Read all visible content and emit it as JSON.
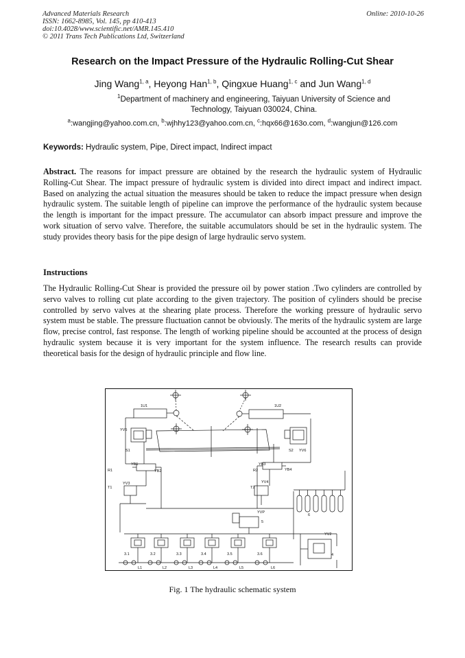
{
  "header": {
    "journal": "Advanced Materials Research",
    "issn": "ISSN: 1662-8985, Vol. 145, pp 410-413",
    "doi": "doi:10.4028/www.scientific.net/AMR.145.410",
    "copyright": "© 2011 Trans Tech Publications Ltd, Switzerland",
    "online": "Online: 2010-10-26"
  },
  "title": "Research on the Impact Pressure of the Hydraulic Rolling-Cut Shear",
  "authors": [
    {
      "name": "Jing Wang",
      "sup": "1, a"
    },
    {
      "name": "Heyong Han",
      "sup": "1, b"
    },
    {
      "name": "Qingxue Huang",
      "sup": "1, c"
    },
    {
      "name": "Jun Wang",
      "sup": "1, d"
    }
  ],
  "affiliation": {
    "sup": "1",
    "line1": "Department of machinery and engineering, Taiyuan University of Science and",
    "line2": "Technology, Taiyuan 030024, China."
  },
  "emails": [
    {
      "sup": "a",
      "addr": "wangjing@yahoo.com.cn, "
    },
    {
      "sup": "b",
      "addr": "wjhhy123@yahoo.com.cn, "
    },
    {
      "sup": "c",
      "addr": "hqx66@163o.com, "
    },
    {
      "sup": "d",
      "addr": "wangjun@126.com"
    }
  ],
  "keywords": {
    "label": "Keywords:",
    "text": " Hydraulic system, Pipe, Direct impact, Indirect impact"
  },
  "abstract": {
    "label": "Abstract.",
    "text": " The reasons for impact pressure are obtained by the research the hydraulic system of Hydraulic Rolling-Cut Shear. The impact pressure of hydraulic system is divided into direct impact and indirect impact. Based on analyzing the actual situation the measures should be taken to reduce the impact pressure when design hydraulic system. The suitable length of pipeline can improve the performance of the hydraulic system because the length is important for the impact pressure. The accumulator can absorb impact pressure and improve the work situation of servo valve. Therefore, the suitable accumulators should be set in the hydraulic system. The study provides theory basis for the pipe design of large hydraulic servo system."
  },
  "instructions": {
    "heading": "Instructions",
    "text": "The Hydraulic Rolling-Cut Shear is provided the pressure oil by power station .Two cylinders are controlled by servo valves to rolling cut plate according to the given trajectory. The position of cylinders should be precise controlled by servo valves at the shearing plate process. Therefore the working pressure of hydraulic servo system must be stable. The pressure fluctuation cannot be obviously. The merits of the hydraulic system are large flow, precise control, fast response. The length of working pipeline should be accounted at the process of design hydraulic system because it is very important for the system influence. The research results can provide theoretical basis for the design of hydraulic principle and flow line."
  },
  "figure": {
    "caption": "Fig. 1  The hydraulic schematic system",
    "labels": {
      "cyl1": "1U1",
      "cyl2": "1U2",
      "yv5": "YV5",
      "yv6": "YV6",
      "s1": "S1",
      "s2": "S2",
      "r1": "R1",
      "r2": "R2",
      "yb1": "YB1",
      "yb2": "YB2",
      "yb3": "YB3",
      "yb4": "YB4",
      "t1": "T1",
      "t2": "T2",
      "yv3": "YV3",
      "yv4": "YV4",
      "yvp": "YVP",
      "n5": "5",
      "n6": "6",
      "n4": "4",
      "yv2": "YV2",
      "pumps": [
        "3.1",
        "3.2",
        "3.3",
        "3.4",
        "3.5",
        "3.6"
      ],
      "motors": [
        "L1",
        "L2",
        "L3",
        "L4",
        "L5",
        "L6"
      ]
    }
  }
}
